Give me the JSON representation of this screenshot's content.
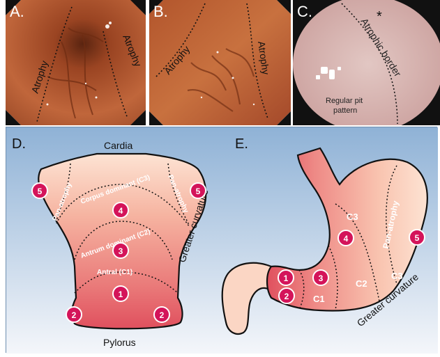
{
  "panel_a": {
    "tag": "A.",
    "label_left": "Atrophy",
    "label_right": "Atrophy"
  },
  "panel_b": {
    "tag": "B.",
    "label_left": "Atrophy",
    "label_right": "Atrophy"
  },
  "panel_c": {
    "tag": "C.",
    "asterisk": "*",
    "border_label": "Atrophic border",
    "pit_label_1": "Regular pit",
    "pit_label_2": "pattern"
  },
  "panel_d": {
    "tag": "D.",
    "top_label": "Cardia",
    "bottom_label": "Pylorus",
    "side_label": "Greater curvature",
    "zone_left": "Pan-atrophy",
    "zone_right": "Pan-atrophy",
    "zone_c3": "Corpus dominant (C3)",
    "zone_c2": "Antrum dominant (C2)",
    "zone_c1": "Antral (C1)",
    "markers": [
      "5",
      "5",
      "4",
      "3",
      "1",
      "2",
      "2"
    ]
  },
  "panel_e": {
    "tag": "E.",
    "side_label": "Greater curvature",
    "zone_pan": "Pan-atrophy",
    "zone_c3_top": "C3",
    "zone_c3_right": "C3",
    "zone_c2": "C2",
    "zone_c1": "C1",
    "markers": [
      "1",
      "2",
      "3",
      "4",
      "5"
    ]
  },
  "colors": {
    "marker_fill": "#d4145a",
    "zone_dark": "#e0505e",
    "zone_light": "#fbd6c4",
    "background_top": "#8fb2d6",
    "background_bottom": "#f4f6fa"
  }
}
